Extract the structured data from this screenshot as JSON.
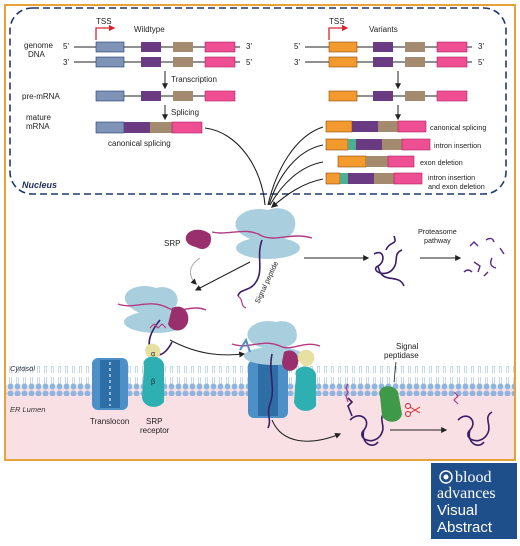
{
  "colors": {
    "frame": "#e8a23a",
    "nucleus_border": "#1f3a6e",
    "tss_arrow": "#d9232e",
    "exon_blue": "#7e93b5",
    "exon_orange": "#f29a2e",
    "exon_purple": "#6a3a83",
    "exon_tan": "#a48a6e",
    "exon_pink": "#ee4f93",
    "retained_intron": "#4cae93",
    "ribosome": "#a9cfdf",
    "peptide": "#b23a82",
    "srp": "#9a2f6e",
    "membrane_lipid": "#8fb5de",
    "er_lumen": "#f9e0e4",
    "translocon": "#4d8fc7",
    "srp_receptor": "#2eb0b3",
    "signal_peptidase": "#3e9a48",
    "badge_bg": "#1f4f8a"
  },
  "icons": [
    "tss-arrow-icon",
    "scissors-icon",
    "ribosome-icon",
    "translocon-icon"
  ],
  "labels": {
    "tss_left": "TSS",
    "wildtype": "Wildtype",
    "tss_right": "TSS",
    "variants": "Variants",
    "genome_dna_1": "genome",
    "genome_dna_2": "DNA",
    "five_prime": "5'",
    "three_prime": "3'",
    "transcription": "Transcription",
    "pre_mrna": "pre-mRNA",
    "splicing": "Splicing",
    "mature_1": "mature",
    "mature_2": "mRNA",
    "canonical_splicing_left": "canonical splicing",
    "nucleus": "Nucleus",
    "variant_1": "canonical splicing",
    "variant_2": "intron insertion",
    "variant_3": "exon deletion",
    "variant_4a": "intron insertion",
    "variant_4b": "and exon deletion",
    "srp": "SRP",
    "signal_peptide": "Signal peptide",
    "proteasome_1": "Proteasome",
    "proteasome_2": "pathway",
    "cytosol": "Cytosol",
    "er_lumen": "ER Lumen",
    "translocon": "Translocon",
    "srp_receptor_1": "SRP",
    "srp_receptor_2": "receptor",
    "alpha": "α",
    "beta": "β",
    "signal_peptidase_1": "Signal",
    "signal_peptidase_2": "peptidase"
  },
  "badge": {
    "line1": "blood",
    "line2": "advances",
    "line3": "Visual",
    "line4": "Abstract"
  }
}
